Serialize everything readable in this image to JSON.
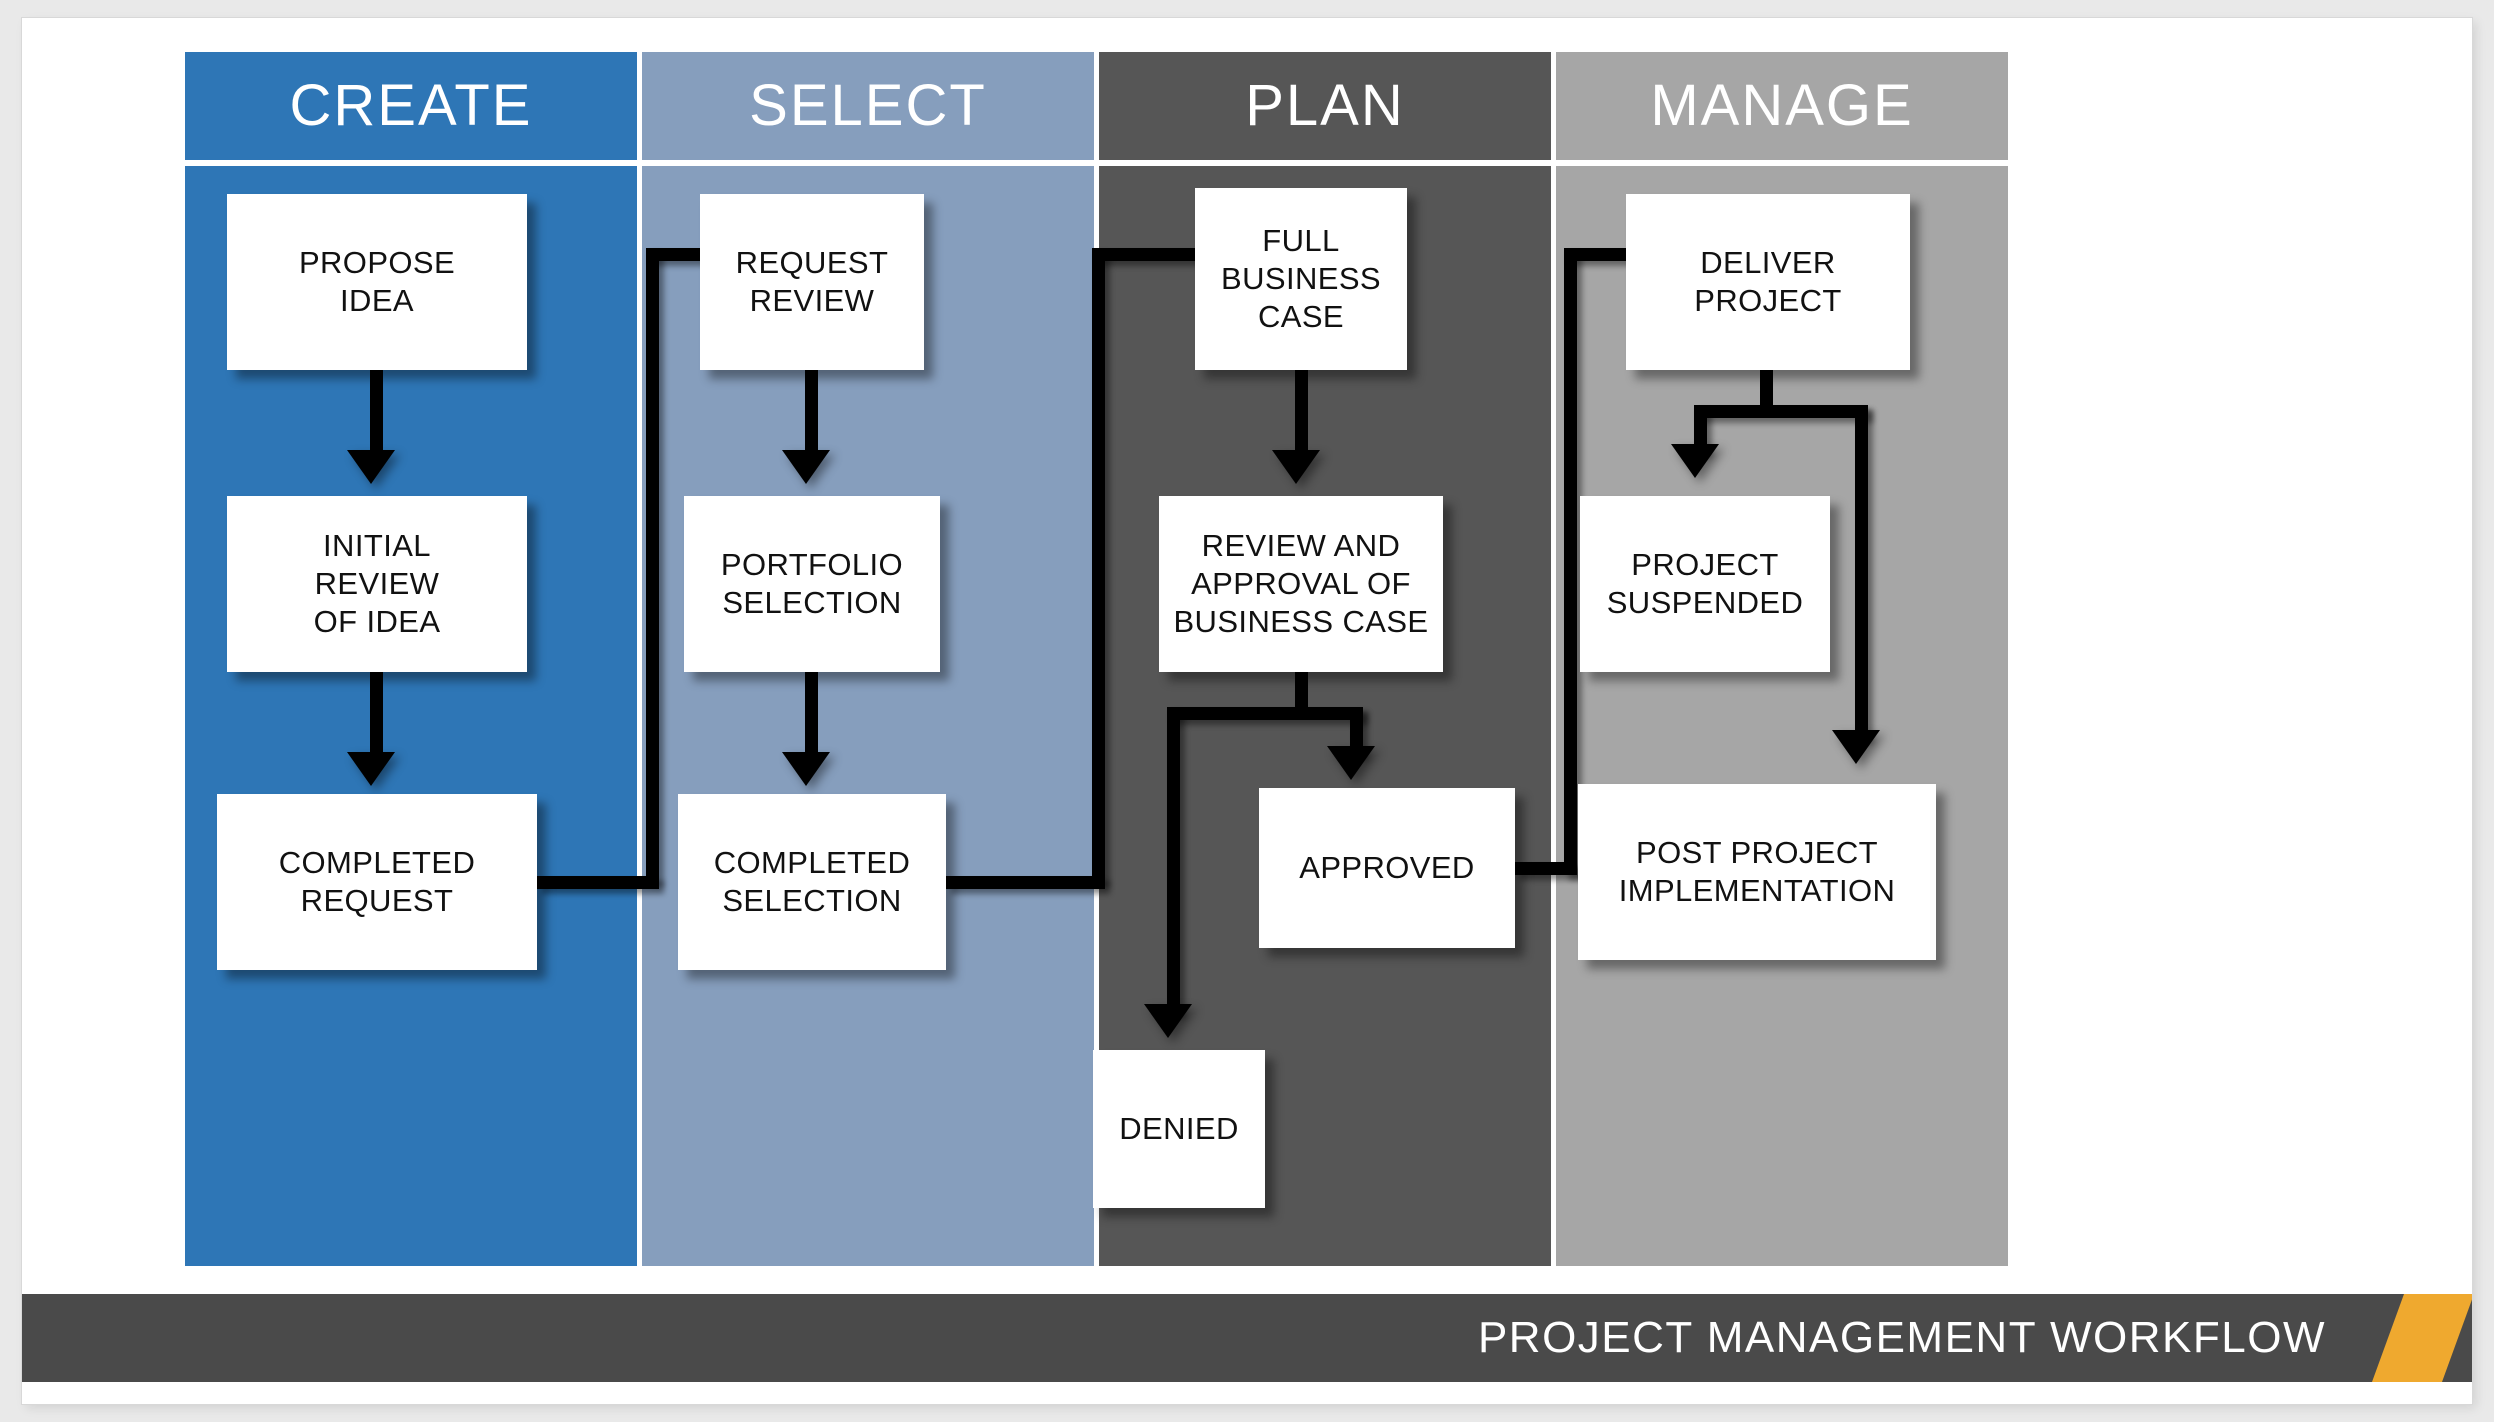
{
  "document": {
    "title": "PROJECT MANAGEMENT WORKFLOW"
  },
  "footer": {
    "title": "PROJECT MANAGEMENT WORKFLOW",
    "accent_color": "#efa92f",
    "bar_color": "#4a4a4a"
  },
  "lanes": [
    {
      "id": "create",
      "header": "CREATE",
      "color": "#2e76b6",
      "nodes": [
        {
          "id": "propose-idea",
          "label": "PROPOSE\nIDEA"
        },
        {
          "id": "initial-review",
          "label": "INITIAL\nREVIEW\nOF IDEA"
        },
        {
          "id": "completed-request",
          "label": "COMPLETED\nREQUEST"
        }
      ]
    },
    {
      "id": "select",
      "header": "SELECT",
      "color": "#869ebd",
      "nodes": [
        {
          "id": "request-review",
          "label": "REQUEST\nREVIEW"
        },
        {
          "id": "portfolio-selection",
          "label": "PORTFOLIO\nSELECTION"
        },
        {
          "id": "completed-selection",
          "label": "COMPLETED\nSELECTION"
        }
      ]
    },
    {
      "id": "plan",
      "header": "PLAN",
      "color": "#565656",
      "nodes": [
        {
          "id": "full-business-case",
          "label": "FULL\nBUSINESS\nCASE"
        },
        {
          "id": "review-and-approval",
          "label": "REVIEW AND\nAPPROVAL OF\nBUSINESS CASE"
        },
        {
          "id": "approved",
          "label": "APPROVED"
        },
        {
          "id": "denied",
          "label": "DENIED"
        }
      ]
    },
    {
      "id": "manage",
      "header": "MANAGE",
      "color": "#a6a6a6",
      "nodes": [
        {
          "id": "deliver-project",
          "label": "DELIVER\nPROJECT"
        },
        {
          "id": "project-suspended",
          "label": "PROJECT\nSUSPENDED"
        },
        {
          "id": "post-project",
          "label": "POST PROJECT\nIMPLEMENTATION"
        }
      ]
    }
  ],
  "flow": {
    "edges": [
      {
        "from": "propose-idea",
        "to": "initial-review",
        "type": "down"
      },
      {
        "from": "initial-review",
        "to": "completed-request",
        "type": "down"
      },
      {
        "from": "completed-request",
        "to": "request-review",
        "type": "right-up"
      },
      {
        "from": "request-review",
        "to": "portfolio-selection",
        "type": "down"
      },
      {
        "from": "portfolio-selection",
        "to": "completed-selection",
        "type": "down"
      },
      {
        "from": "completed-selection",
        "to": "full-business-case",
        "type": "right-up"
      },
      {
        "from": "full-business-case",
        "to": "review-and-approval",
        "type": "down"
      },
      {
        "from": "review-and-approval",
        "to": "approved",
        "type": "split-right-down"
      },
      {
        "from": "review-and-approval",
        "to": "denied",
        "type": "split-left-down"
      },
      {
        "from": "approved",
        "to": "deliver-project",
        "type": "right-up"
      },
      {
        "from": "deliver-project",
        "to": "project-suspended",
        "type": "split-left-down"
      },
      {
        "from": "deliver-project",
        "to": "post-project",
        "type": "split-right-down"
      }
    ]
  }
}
